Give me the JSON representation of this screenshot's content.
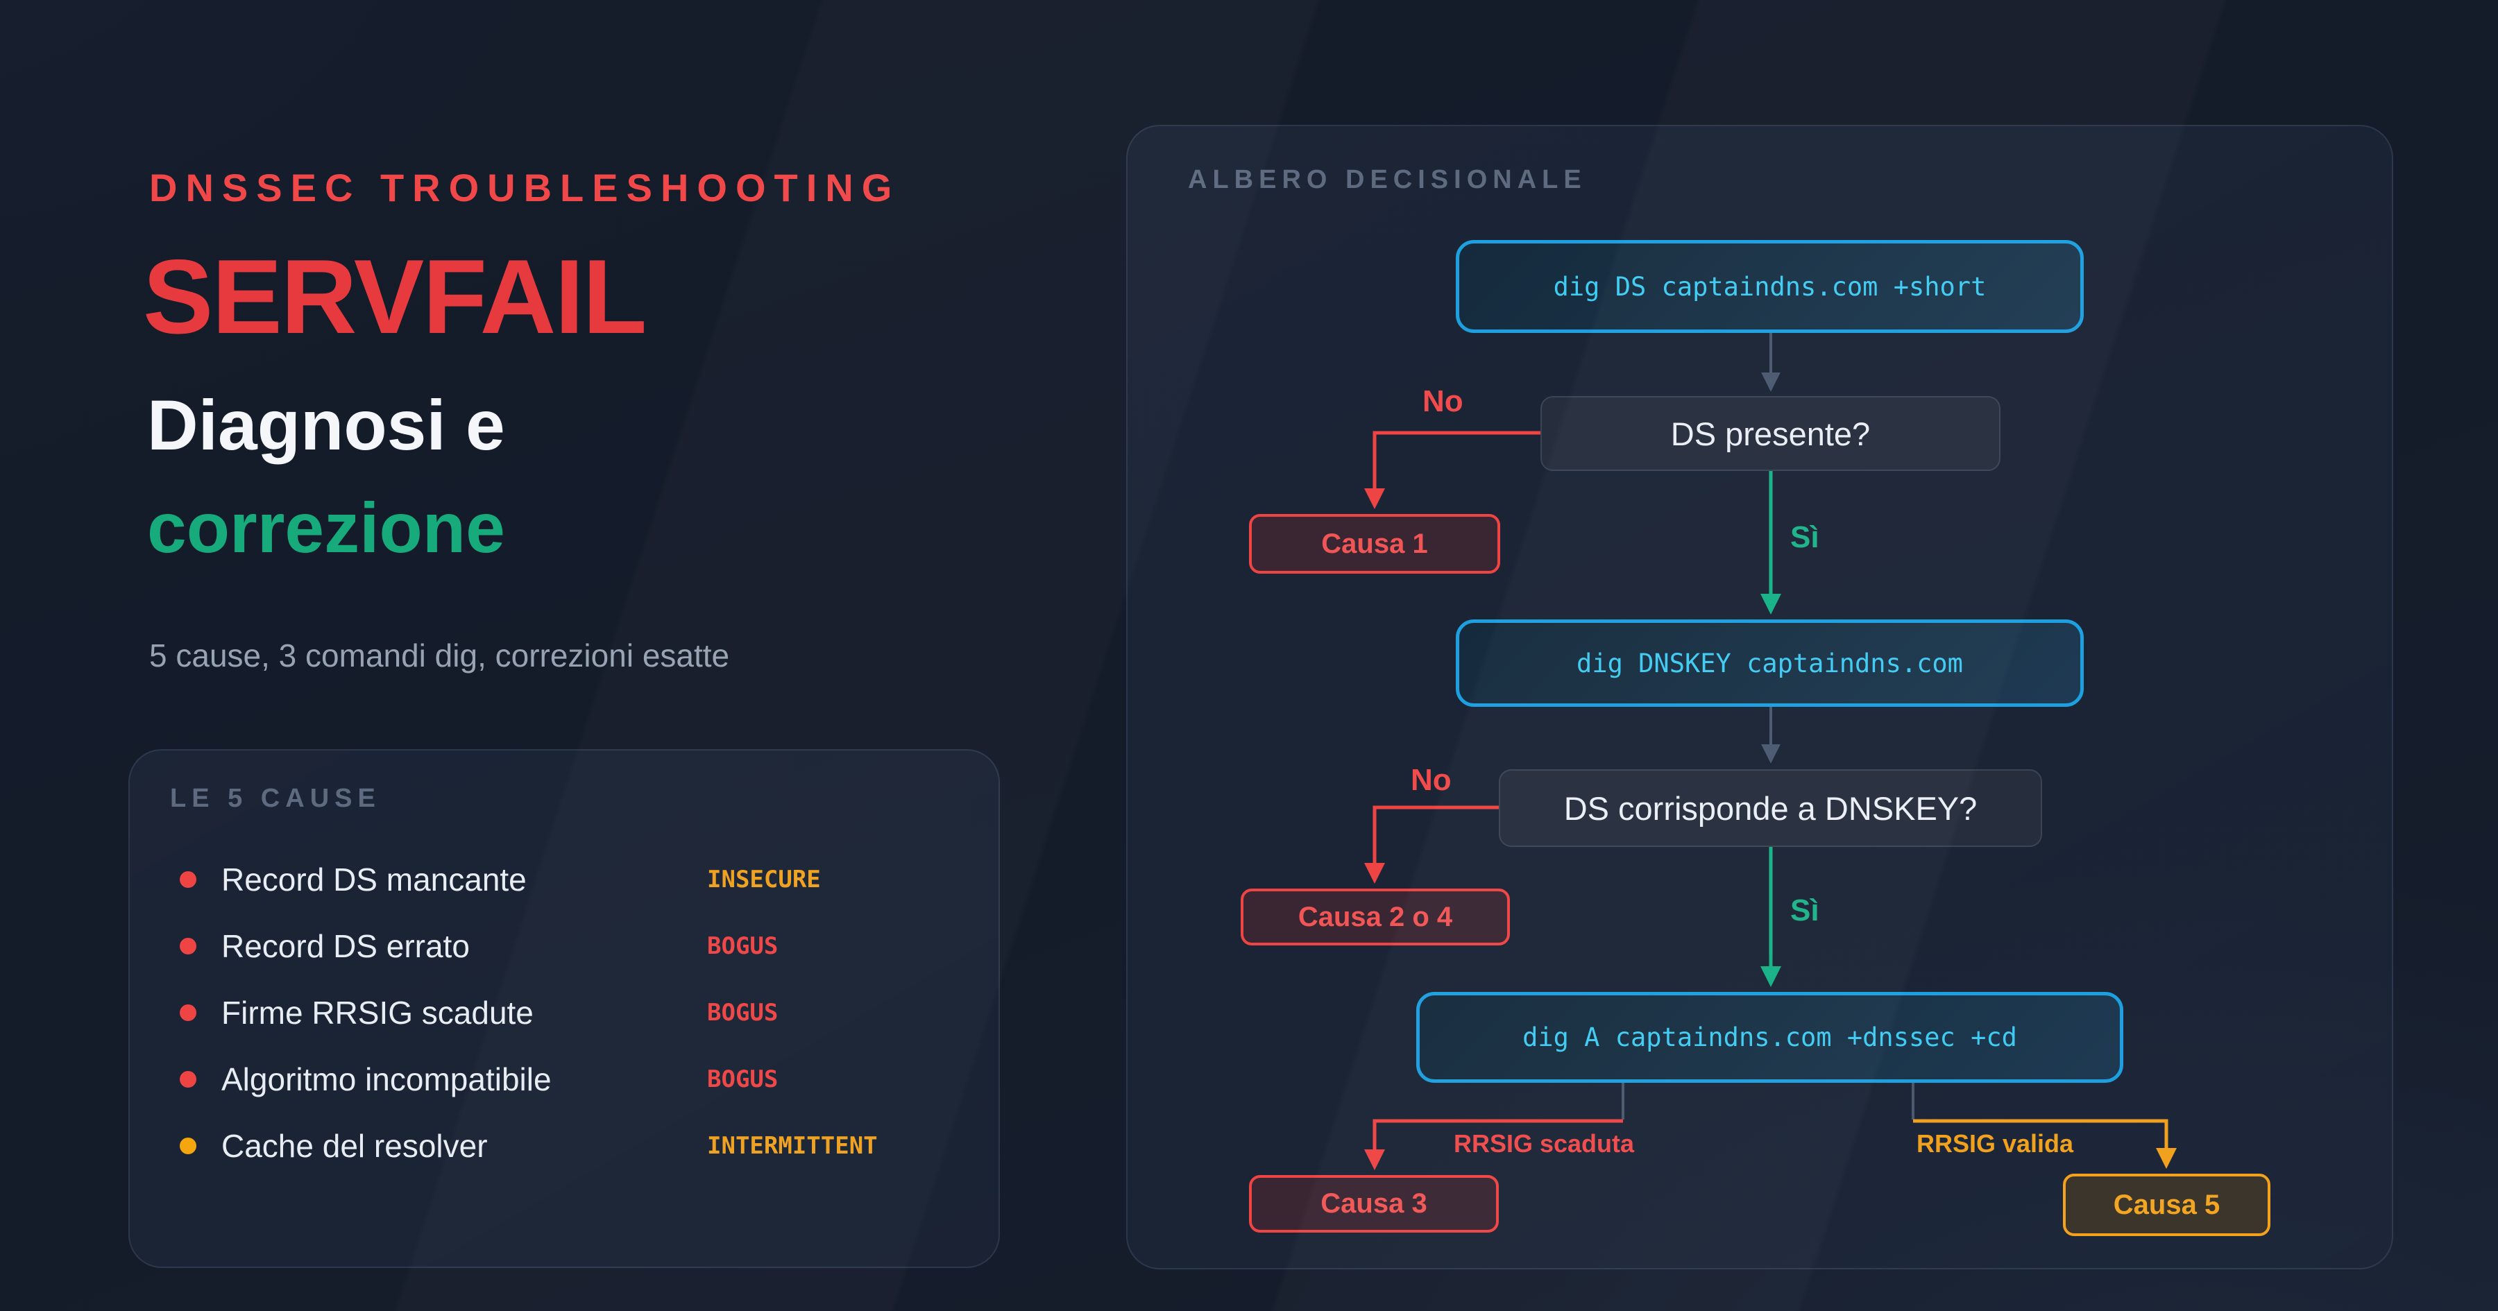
{
  "hero": {
    "eyebrow": "DNSSEC TROUBLESHOOTING",
    "title": "SERVFAIL",
    "subtitle_line1": "Diagnosi e",
    "subtitle_line2": "correzione",
    "tagline": "5 cause, 3 comandi dig, correzioni esatte"
  },
  "causes_card": {
    "header": "LE 5 CAUSE",
    "items": [
      {
        "label": "Record DS mancante",
        "badge": "INSECURE",
        "badge_color": "#f0a11e",
        "bullet_color": "#ef4444"
      },
      {
        "label": "Record DS errato",
        "badge": "BOGUS",
        "badge_color": "#ef4444",
        "bullet_color": "#ef4444"
      },
      {
        "label": "Firme RRSIG scadute",
        "badge": "BOGUS",
        "badge_color": "#ef4444",
        "bullet_color": "#ef4444"
      },
      {
        "label": "Algoritmo incompatibile",
        "badge": "BOGUS",
        "badge_color": "#ef4444",
        "bullet_color": "#ef4444"
      },
      {
        "label": "Cache del resolver",
        "badge": "INTERMITTENT",
        "badge_color": "#f0a11e",
        "bullet_color": "#f5a50d"
      }
    ]
  },
  "tree_card": {
    "header": "ALBERO DECISIONALE",
    "commands": {
      "step1": "dig DS captaindns.com +short",
      "step2": "dig DNSKEY captaindns.com",
      "step3": "dig A captaindns.com +dnssec +cd"
    },
    "questions": {
      "q1": "DS presente?",
      "q2": "DS corrisponde a DNSKEY?"
    },
    "outcomes": {
      "causa1": "Causa 1",
      "causa2": "Causa 2 o 4",
      "causa3": "Causa 3",
      "causa5": "Causa 5"
    },
    "edge_labels": {
      "no1": "No",
      "yes1": "Sì",
      "no2": "No",
      "yes2": "Sì",
      "left_branch": "RRSIG scaduta",
      "right_branch": "RRSIG valida"
    }
  },
  "colors": {
    "background": "#141b29",
    "red": "#ef4444",
    "green": "#16b186",
    "amber": "#f0a11e",
    "cyan_border": "#1d9fe0",
    "cyan_text": "#3fcbf2",
    "gray_arrow": "#4a5870"
  }
}
